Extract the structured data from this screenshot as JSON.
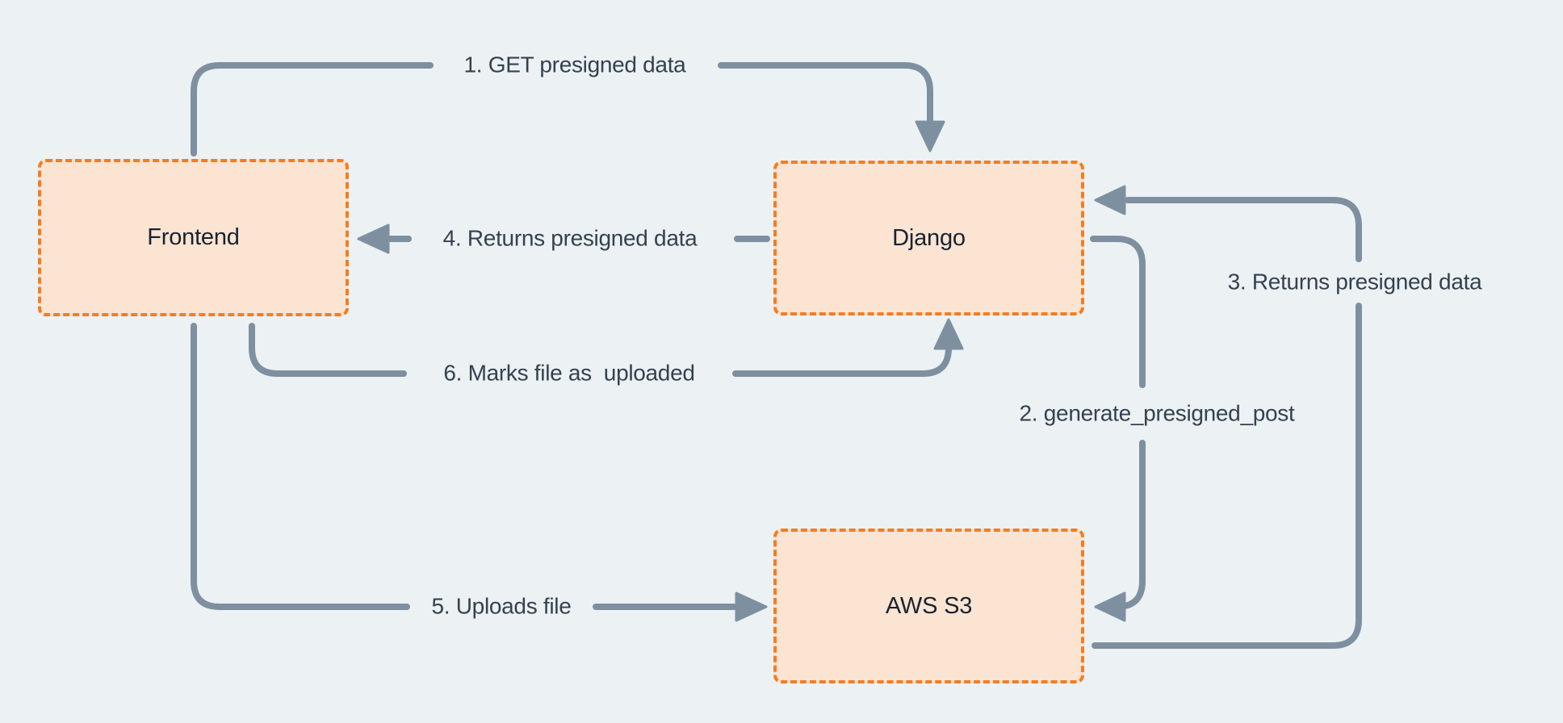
{
  "diagram": {
    "nodes": [
      {
        "id": "frontend",
        "label": "Frontend"
      },
      {
        "id": "django",
        "label": "Django"
      },
      {
        "id": "aws-s3",
        "label": "AWS S3"
      }
    ],
    "arrows": [
      {
        "step": "1",
        "label": "1. GET presigned data",
        "from": "frontend",
        "to": "django"
      },
      {
        "step": "2",
        "label": "2. generate_presigned_post",
        "from": "django",
        "to": "aws-s3"
      },
      {
        "step": "3",
        "label": "3. Returns presigned data",
        "from": "aws-s3",
        "to": "django"
      },
      {
        "step": "4",
        "label": "4. Returns presigned data",
        "from": "django",
        "to": "frontend"
      },
      {
        "step": "5",
        "label": "5. Uploads file",
        "from": "frontend",
        "to": "aws-s3"
      },
      {
        "step": "6",
        "label": "6. Marks file as  uploaded",
        "from": "frontend",
        "to": "django"
      }
    ],
    "colors": {
      "background": "#ECF1F4",
      "node_fill": "#FCE4D3",
      "node_border": "#F47D21",
      "arrow": "#7E90A0",
      "edge_label_text": "#33424F",
      "node_label_text": "#172430"
    }
  }
}
